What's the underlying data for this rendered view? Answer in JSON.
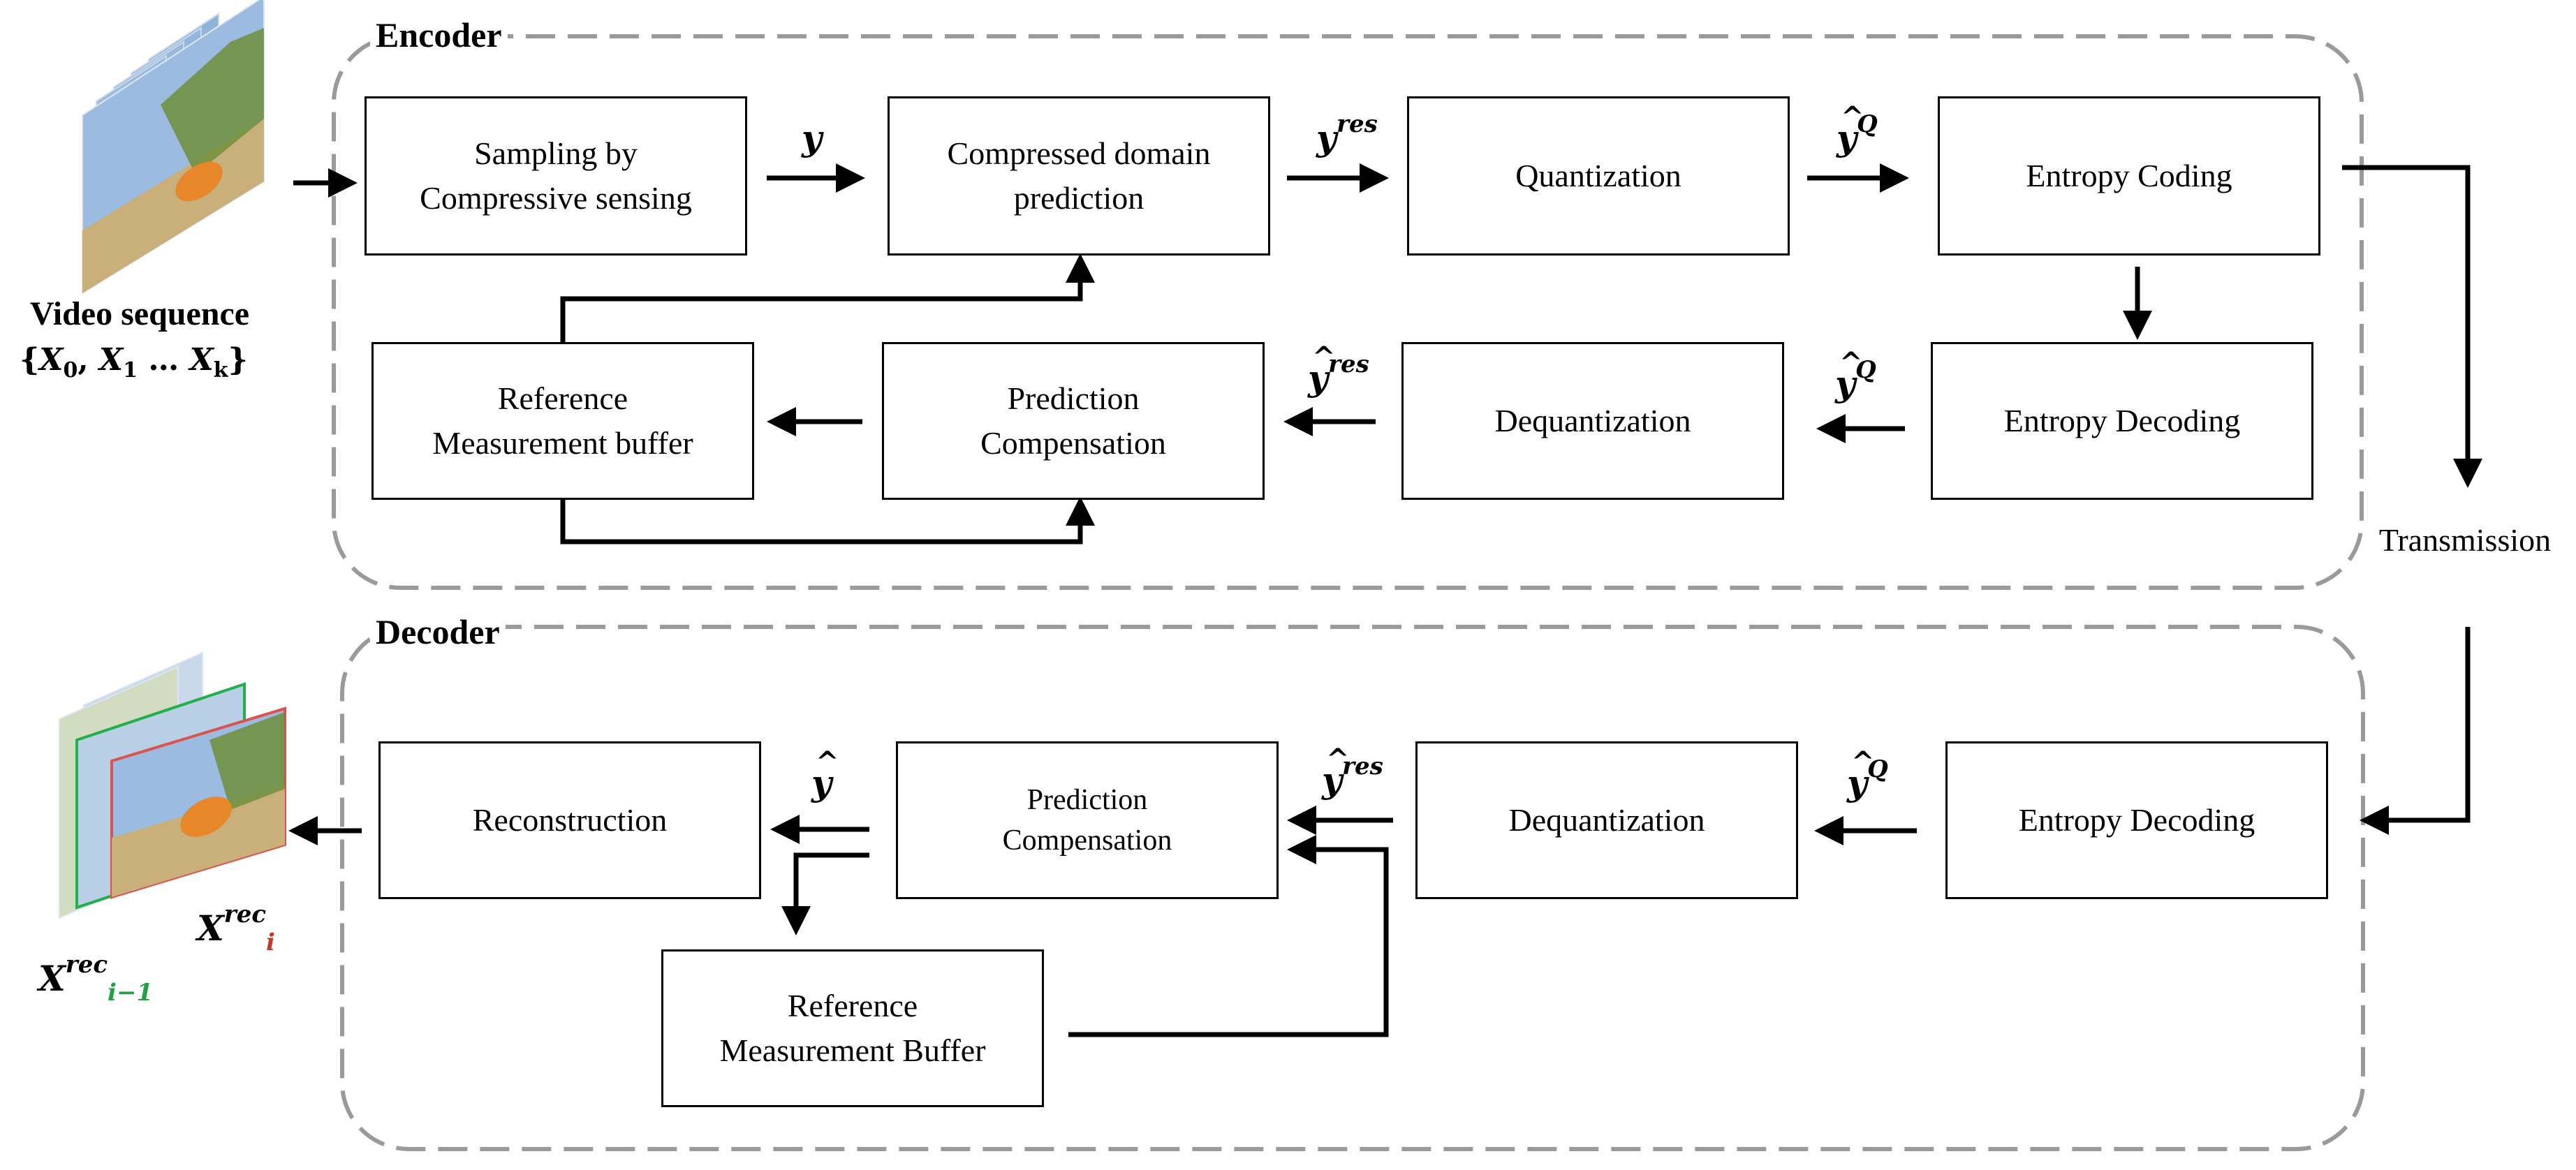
{
  "encoder": {
    "title": "Encoder",
    "sampling": "Sampling by\nCompressive sensing",
    "prediction": "Compressed domain\nprediction",
    "quantization": "Quantization",
    "entropy_coding": "Entropy Coding",
    "reference_buffer": "Reference\nMeasurement buffer",
    "prediction_compensation": "Prediction\nCompensation",
    "dequantization": "Dequantization",
    "entropy_decoding": "Entropy Decoding"
  },
  "decoder": {
    "title": "Decoder",
    "reconstruction": "Reconstruction",
    "prediction_compensation": "Prediction\nCompensation",
    "dequantization": "Dequantization",
    "entropy_decoding": "Entropy Decoding",
    "reference_buffer": "Reference\nMeasurement Buffer"
  },
  "input": {
    "label": "Video sequence",
    "sequence_open": "{",
    "x0": "X",
    "x0_sub": "0",
    "x1": "X",
    "x1_sub": "1",
    "dots": "…",
    "xk": "X",
    "xk_sub": "k",
    "sequence_close": "}"
  },
  "transmission": "Transmission",
  "symbols": {
    "y": "y",
    "res": "res",
    "q": "Q",
    "rec": "rec",
    "i": "i",
    "i_minus_1": "i−1",
    "x": "X"
  },
  "colors": {
    "current_frame_border": "#d9534f",
    "previous_frame_border": "#22b04b",
    "group_border": "#9a9a9a",
    "sky": "#9bbbe0",
    "ground": "#c9b07a",
    "fox": "#e8862a",
    "grass": "#6f8f3a"
  }
}
